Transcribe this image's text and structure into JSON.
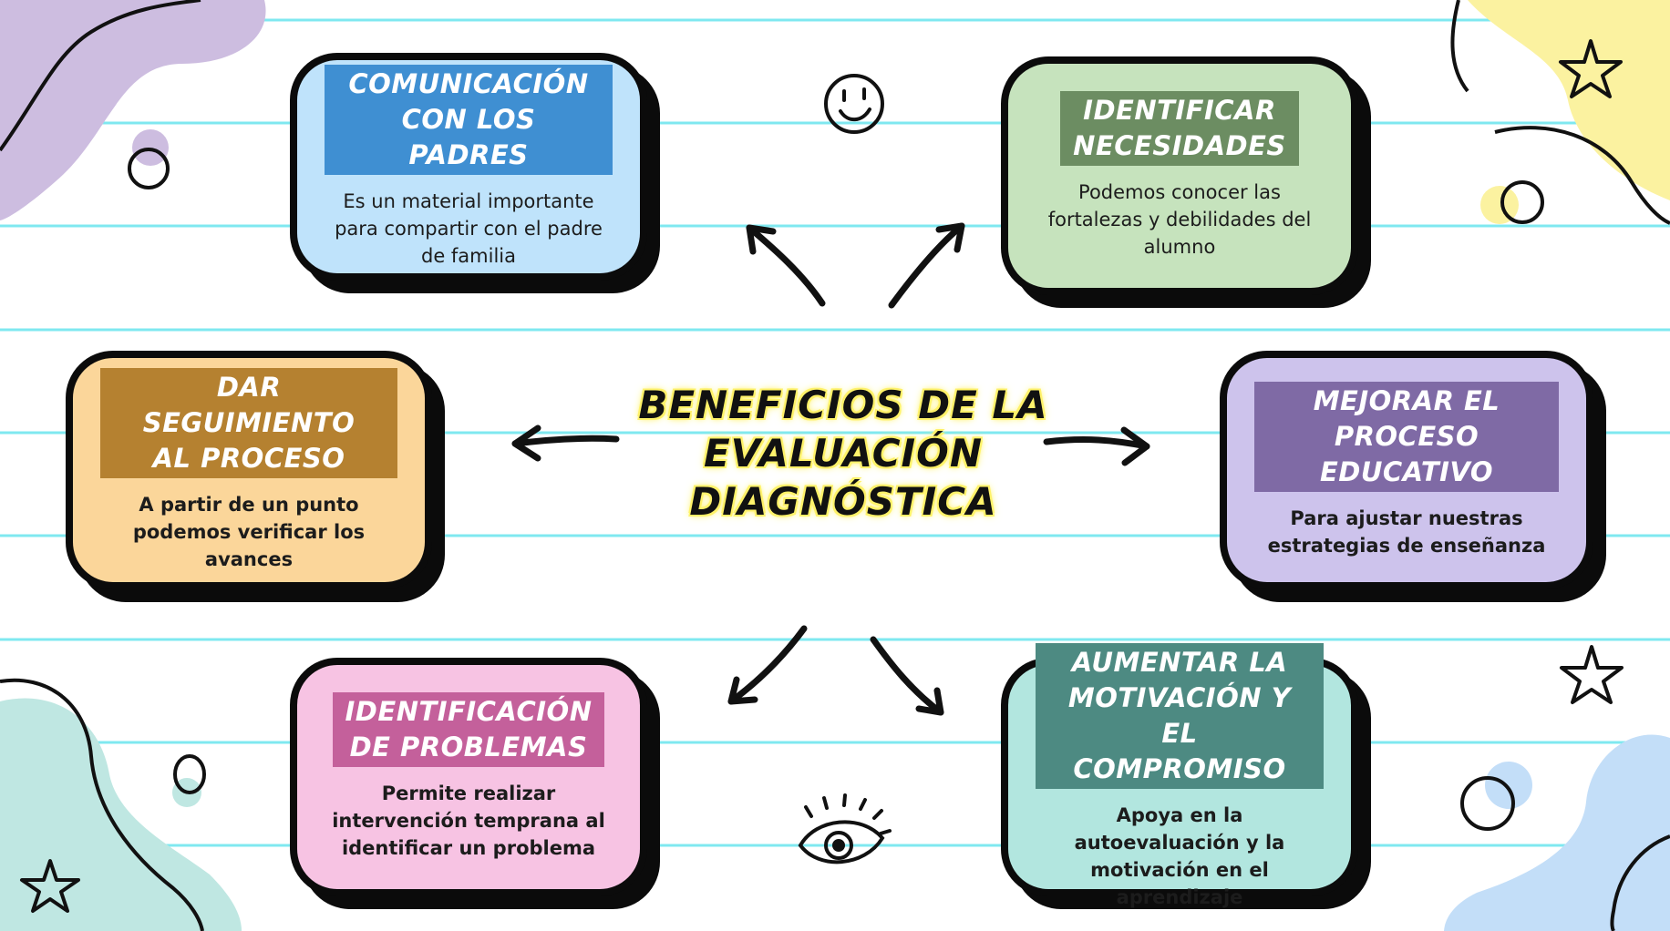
{
  "center_title": [
    "BENEFICIOS DE LA",
    "EVALUACIÓN",
    "DIAGNÓSTICA"
  ],
  "cards": [
    {
      "title": [
        "COMUNICACIÓN",
        "CON LOS PADRES"
      ],
      "body": "Es un material importante para compartir con el padre de familia",
      "fill": "#bfe3fb",
      "accent": "#3f8fd2"
    },
    {
      "title": [
        "IDENTIFICAR",
        "NECESIDADES"
      ],
      "body": "Podemos conocer las fortalezas y debilidades del alumno",
      "fill": "#c6e3bd",
      "accent": "#6c8d62"
    },
    {
      "title": [
        "DAR SEGUIMIENTO",
        "AL PROCESO"
      ],
      "body": "A partir de un punto podemos verificar los avances",
      "fill": "#fbd69a",
      "accent": "#b58130"
    },
    {
      "title": [
        "MEJORAR EL PROCESO",
        "EDUCATIVO"
      ],
      "body": "Para ajustar nuestras estrategias de enseñanza",
      "fill": "#cdc3ec",
      "accent": "#7f6aa5"
    },
    {
      "title": [
        "IDENTIFICACIÓN",
        "DE PROBLEMAS"
      ],
      "body": "Permite realizar intervención temprana al identificar un problema",
      "fill": "#f7c3e3",
      "accent": "#c4609b"
    },
    {
      "title": [
        "AUMENTAR LA",
        "MOTIVACIÓN Y EL",
        "COMPROMISO"
      ],
      "body": "Apoya en la autoevaluación y la motivación en el aprendizaje",
      "fill": "#b2e6df",
      "accent": "#4d8a82"
    }
  ],
  "colors": {
    "ruled_lines": "#7fe8f0",
    "blob_purple": "#cdbde0",
    "blob_yellow": "#fbf2a0",
    "blob_teal": "#bfe7e2",
    "blob_blue": "#c3def8",
    "title_highlight": "#fff26a",
    "outline": "#0b0b0b"
  },
  "decorations": [
    "smiley-icon",
    "eye-icon",
    "star-icon",
    "circle-doodle"
  ]
}
